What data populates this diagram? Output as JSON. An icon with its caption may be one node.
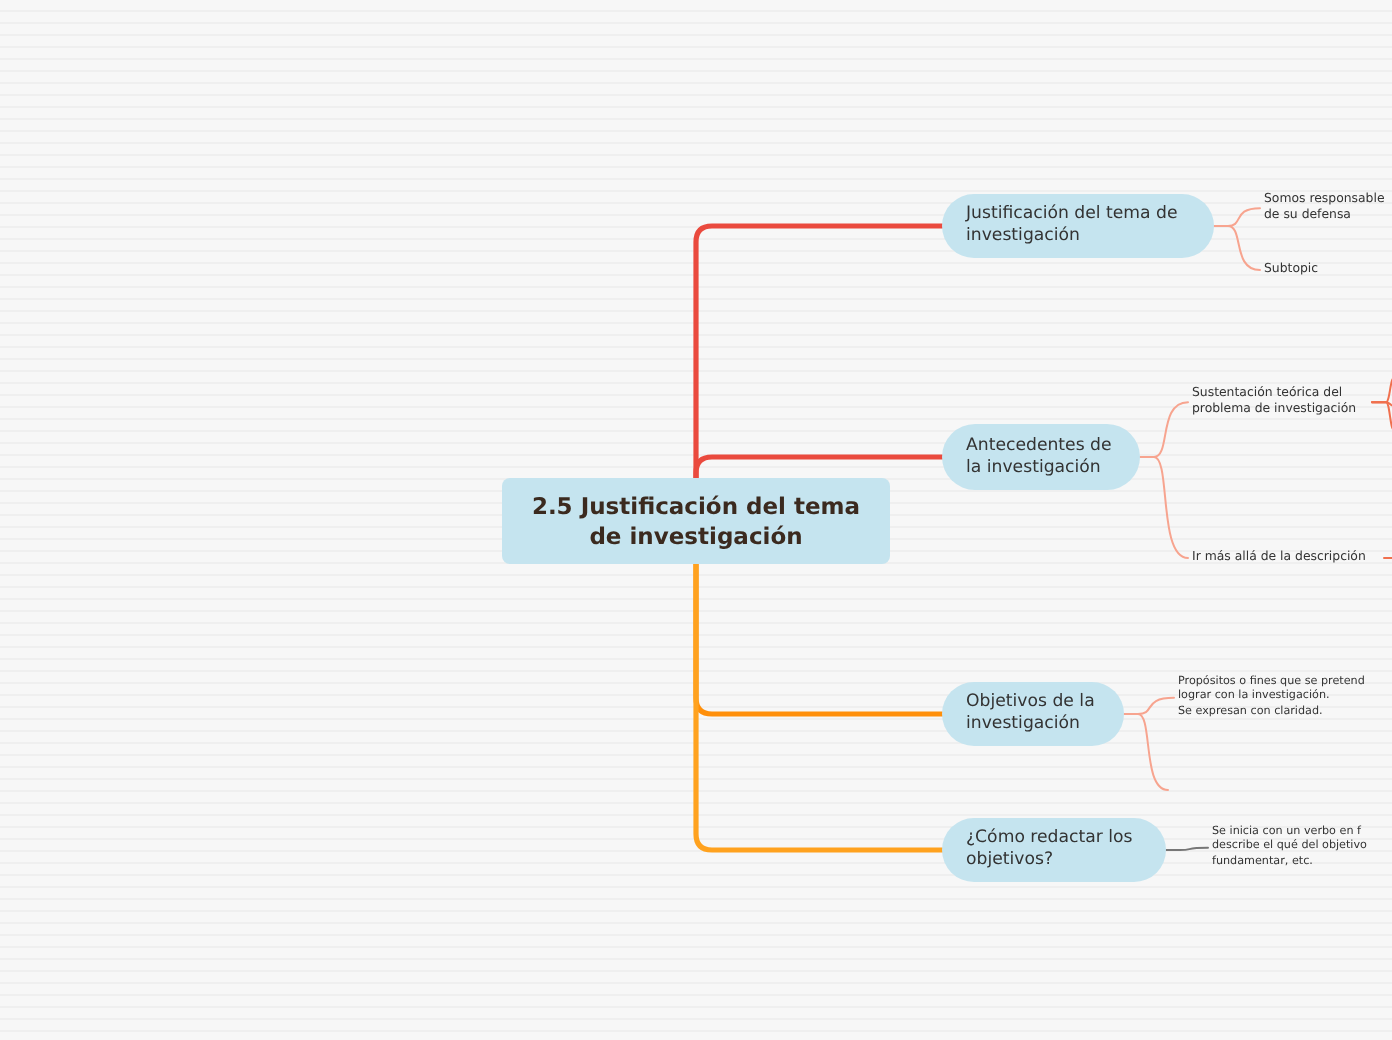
{
  "diagram": {
    "nodes": [
      {
        "text": [
          "2.5 Justificación del tema de investigación"
        ]
      },
      {
        "text": [
          "Justificación del tema de investigación"
        ]
      },
      {
        "text": [
          "Antecedentes de la investigación"
        ]
      },
      {
        "text": [
          "Objetivos de la investigación"
        ]
      },
      {
        "text": [
          "¿Cómo redactar los objetivos?"
        ]
      },
      {
        "text": [
          "Somos responsable de su defensa"
        ]
      },
      {
        "text": [
          "Subtopic"
        ]
      },
      {
        "text": [
          "Sustentación teórica del problema de investigación"
        ]
      },
      {
        "text": [
          "Ir más allá de la descripción"
        ]
      },
      {
        "text": [
          "Propósitos o fines que se pretend lograr con la investigación.",
          "Se expresan con claridad."
        ]
      },
      {
        "text": [
          "Se inicia con un verbo en f describe el qué del objetivo fundamentar, etc."
        ]
      }
    ],
    "edges": [
      {
        "from": 0,
        "to": 1,
        "arrow": "none",
        "style": "thick",
        "color": "#ea4a3e"
      },
      {
        "from": 0,
        "to": 2,
        "arrow": "none",
        "style": "thick",
        "color": "#ea4a3e"
      },
      {
        "from": 0,
        "to": 3,
        "arrow": "none",
        "style": "thick",
        "color": "#ff8f0a"
      },
      {
        "from": 0,
        "to": 4,
        "arrow": "none",
        "style": "thick",
        "color": "#ffa21f"
      },
      {
        "from": 1,
        "to": 5,
        "arrow": "none"
      },
      {
        "from": 1,
        "to": 6,
        "arrow": "none"
      },
      {
        "from": 2,
        "to": 7,
        "arrow": "none"
      },
      {
        "from": 2,
        "to": 8,
        "arrow": "none"
      },
      {
        "from": 3,
        "to": 9,
        "arrow": "none"
      },
      {
        "from": 3,
        "to": null,
        "arrow": "none"
      },
      {
        "from": 4,
        "to": 10,
        "arrow": "none",
        "color": "#777777"
      },
      {
        "from": 7,
        "to": null,
        "arrow": "none",
        "color": "#f0704e"
      },
      {
        "from": 7,
        "to": null,
        "arrow": "none",
        "color": "#f0704e"
      },
      {
        "from": 7,
        "to": null,
        "arrow": "none",
        "color": "#f0704e"
      },
      {
        "from": 8,
        "to": null,
        "arrow": "none",
        "color": "#f0704e"
      }
    ]
  }
}
